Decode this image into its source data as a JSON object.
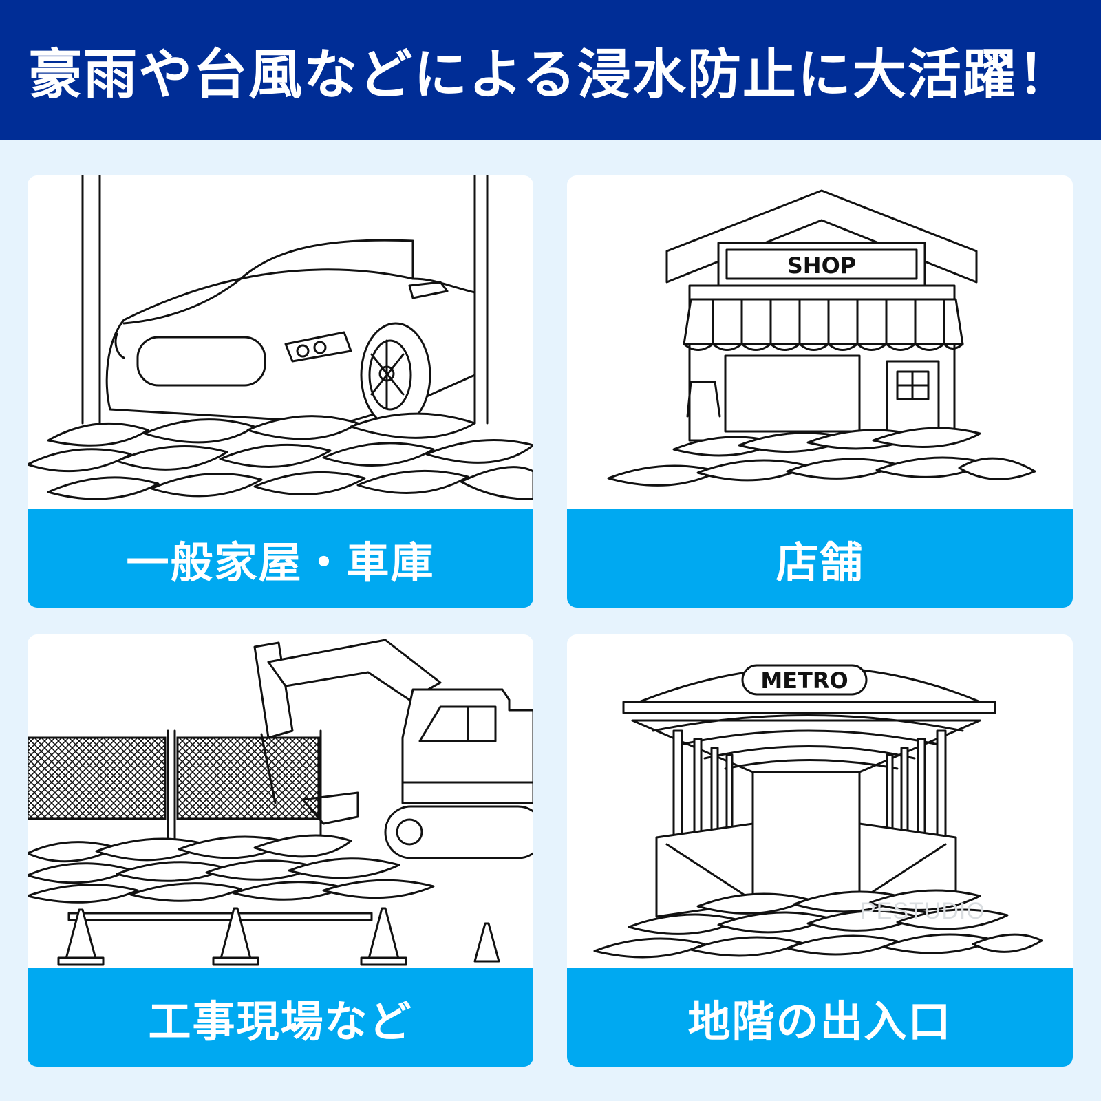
{
  "header": {
    "title": "豪雨や台風などによる浸水防止に大活躍！",
    "background_color": "#002d96"
  },
  "cards": [
    {
      "label": "一般家屋・車庫",
      "illustration": "garage-car-sandbag-icon"
    },
    {
      "label": "店舗",
      "illustration": "shop-sandbag-icon",
      "sign": "SHOP"
    },
    {
      "label": "工事現場など",
      "illustration": "construction-site-sandbag-icon"
    },
    {
      "label": "地階の出入口",
      "illustration": "metro-entrance-sandbag-icon",
      "sign": "METRO"
    }
  ],
  "watermark": "PESTUDIO",
  "colors": {
    "label_background": "#00a9f1",
    "page_background": "#e6f3fd"
  }
}
